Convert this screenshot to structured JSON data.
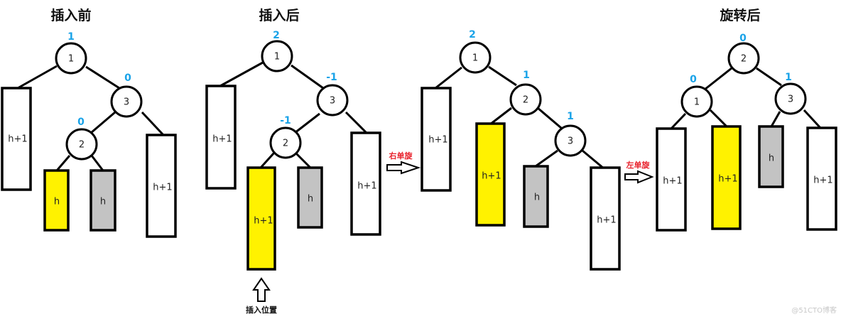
{
  "colors": {
    "yellow": "#fff200",
    "gray": "#c3c3c3",
    "white": "#ffffff",
    "balance": "#1aa3e8",
    "op": "#e8202a"
  },
  "panels": [
    {
      "title": "插入前",
      "nodes": [
        {
          "label": "1",
          "bf": "1"
        },
        {
          "label": "3",
          "bf": "0"
        },
        {
          "label": "2",
          "bf": "0"
        }
      ],
      "boxes": [
        {
          "label": "h+1"
        },
        {
          "label": "h"
        },
        {
          "label": "h"
        },
        {
          "label": "h+1"
        }
      ]
    },
    {
      "title": "插入后",
      "nodes": [
        {
          "label": "1",
          "bf": "2"
        },
        {
          "label": "3",
          "bf": "-1"
        },
        {
          "label": "2",
          "bf": "-1"
        }
      ],
      "boxes": [
        {
          "label": "h+1"
        },
        {
          "label": "h+1"
        },
        {
          "label": "h"
        },
        {
          "label": "h+1"
        }
      ],
      "insert_caption": "插入位置"
    },
    {
      "title": "",
      "nodes": [
        {
          "label": "1",
          "bf": "2"
        },
        {
          "label": "2",
          "bf": "1"
        },
        {
          "label": "3",
          "bf": "1"
        }
      ],
      "boxes": [
        {
          "label": "h+1"
        },
        {
          "label": "h+1"
        },
        {
          "label": "h"
        },
        {
          "label": "h+1"
        }
      ]
    },
    {
      "title": "旋转后",
      "nodes": [
        {
          "label": "2",
          "bf": "0"
        },
        {
          "label": "1",
          "bf": "0"
        },
        {
          "label": "3",
          "bf": "1"
        }
      ],
      "boxes": [
        {
          "label": "h+1"
        },
        {
          "label": "h+1"
        },
        {
          "label": "h"
        },
        {
          "label": "h+1"
        }
      ]
    }
  ],
  "operations": [
    {
      "label": "右单旋"
    },
    {
      "label": "左单旋"
    }
  ],
  "watermark": "@51CTO博客"
}
